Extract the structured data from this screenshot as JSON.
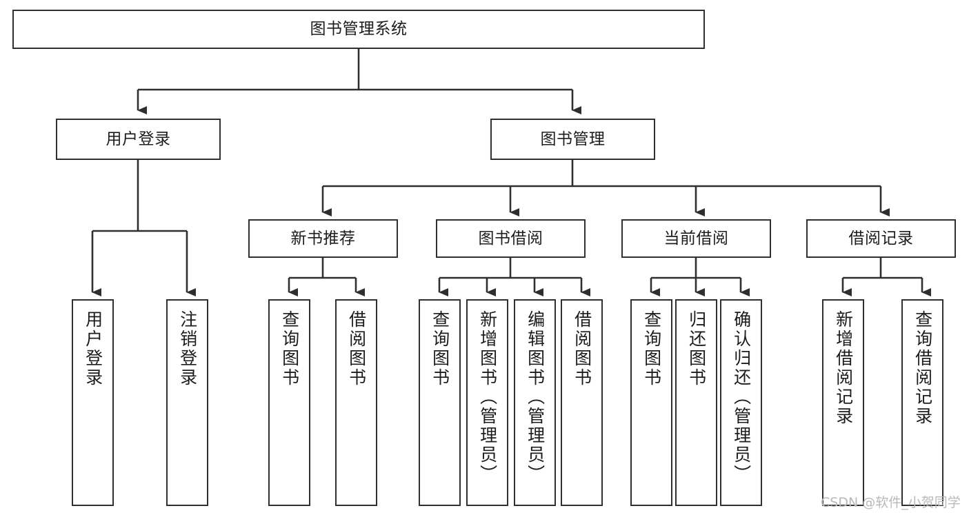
{
  "diagram": {
    "type": "tree",
    "title": "图书管理系统",
    "colors": {
      "stroke": "#2f2f2f",
      "fill": "#ffffff",
      "text": "#1c1c1c",
      "watermark": "#b9b9b9"
    },
    "watermark": "CSDN @软件_小贺同学",
    "levels": [
      {
        "level": 1,
        "nodes": [
          {
            "id": "root",
            "label": "图书管理系统"
          }
        ]
      },
      {
        "level": 2,
        "nodes": [
          {
            "id": "login",
            "label": "用户登录",
            "parent": "root"
          },
          {
            "id": "bookmgmt",
            "label": "图书管理",
            "parent": "root"
          }
        ]
      },
      {
        "level": 3,
        "nodes": [
          {
            "id": "newbook",
            "label": "新书推荐",
            "parent": "bookmgmt"
          },
          {
            "id": "borrow",
            "label": "图书借阅",
            "parent": "bookmgmt"
          },
          {
            "id": "current",
            "label": "当前借阅",
            "parent": "bookmgmt"
          },
          {
            "id": "record",
            "label": "借阅记录",
            "parent": "bookmgmt"
          }
        ]
      },
      {
        "level": 4,
        "nodes": [
          {
            "id": "leaf1",
            "label": "用户登录",
            "parent": "login"
          },
          {
            "id": "leaf2",
            "label": "注销登录",
            "parent": "login"
          },
          {
            "id": "leaf3",
            "label": "查询图书",
            "parent": "newbook"
          },
          {
            "id": "leaf4",
            "label": "借阅图书",
            "parent": "newbook"
          },
          {
            "id": "leaf5",
            "label": "查询图书",
            "parent": "borrow"
          },
          {
            "id": "leaf6",
            "label": "新增图书（管理员）",
            "parent": "borrow"
          },
          {
            "id": "leaf7",
            "label": "编辑图书（管理员）",
            "parent": "borrow"
          },
          {
            "id": "leaf8",
            "label": "借阅图书",
            "parent": "borrow"
          },
          {
            "id": "leaf9",
            "label": "查询图书",
            "parent": "current"
          },
          {
            "id": "leaf10",
            "label": "归还图书",
            "parent": "current"
          },
          {
            "id": "leaf11",
            "label": "确认归还（管理员）",
            "parent": "current"
          },
          {
            "id": "leaf12",
            "label": "新增借阅记录",
            "parent": "record"
          },
          {
            "id": "leaf13",
            "label": "查询借阅记录",
            "parent": "record"
          }
        ]
      }
    ]
  }
}
